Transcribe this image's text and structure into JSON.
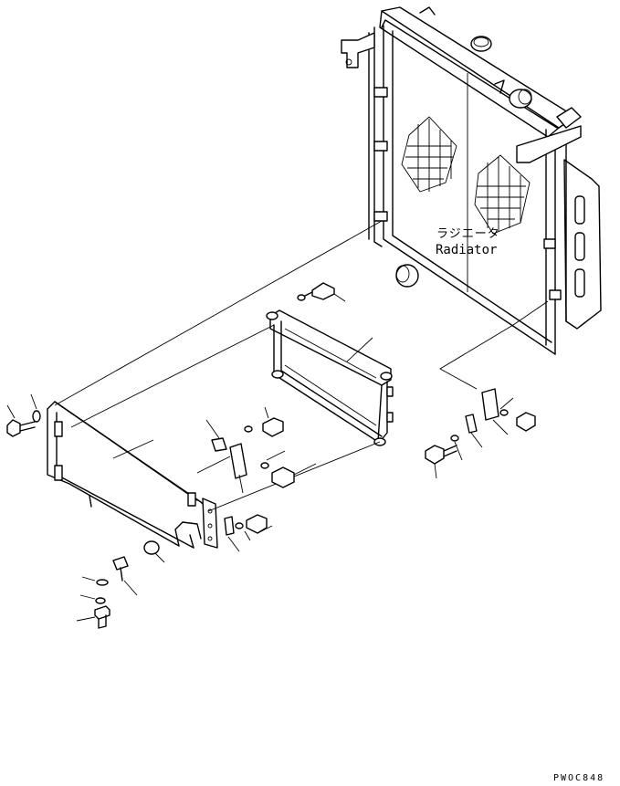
{
  "labels": {
    "radiator_jp": "ラジエータ",
    "radiator_en": "Radiator",
    "figure_code": "PWOC848"
  }
}
